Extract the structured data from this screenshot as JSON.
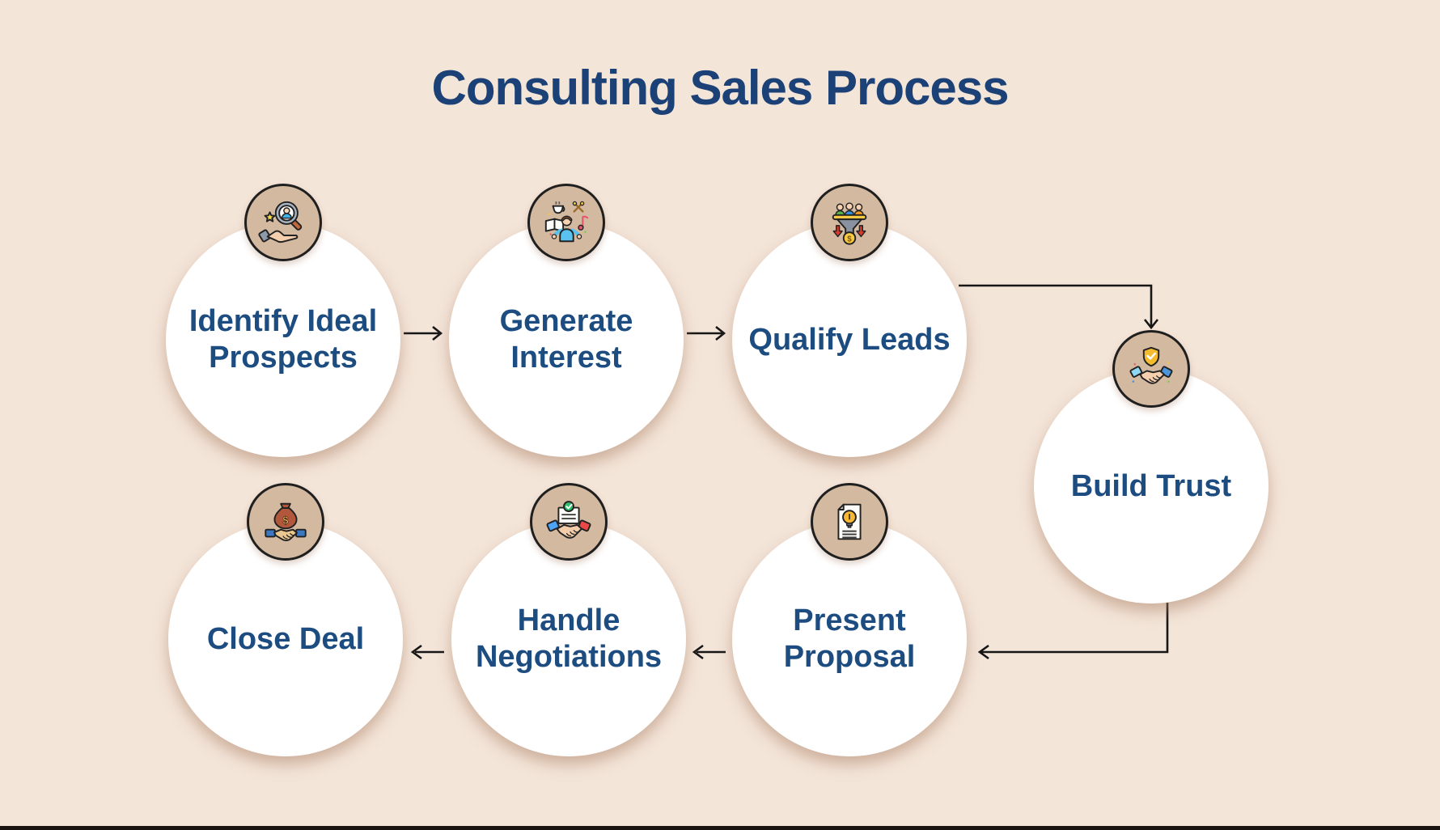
{
  "title": "Consulting Sales Process",
  "diagram_type": "circular process flowchart",
  "steps": [
    {
      "id": "identify-ideal-prospects",
      "line1": "Identify Ideal",
      "line2": "Prospects",
      "icon": "hand-magnifier-prospect-icon"
    },
    {
      "id": "generate-interest",
      "line1": "Generate",
      "line2": "Interest",
      "icon": "person-interests-icon"
    },
    {
      "id": "qualify-leads",
      "line1": "Qualify Leads",
      "line2": "",
      "icon": "sales-funnel-icon"
    },
    {
      "id": "build-trust",
      "line1": "Build Trust",
      "line2": "",
      "icon": "shield-handshake-icon"
    },
    {
      "id": "present-proposal",
      "line1": "Present",
      "line2": "Proposal",
      "icon": "lightbulb-document-icon"
    },
    {
      "id": "handle-negotiations",
      "line1": "Handle",
      "line2": "Negotiations",
      "icon": "agreement-handshake-icon"
    },
    {
      "id": "close-deal",
      "line1": "Close Deal",
      "line2": "",
      "icon": "money-bag-handshake-icon"
    }
  ],
  "flow_order": [
    "Identify Ideal Prospects",
    "Generate Interest",
    "Qualify Leads",
    "Build Trust",
    "Present Proposal",
    "Handle Negotiations",
    "Close Deal"
  ],
  "colors": {
    "background": "#f4e5d9",
    "title_text": "#1b4177",
    "label_text": "#1d4d80",
    "circle_fill": "#ffffff",
    "circle_shadow": "rgba(168,124,96,0.5)",
    "badge_fill": "#d4b9a1",
    "badge_border": "#1f1f1f",
    "connector": "#161616",
    "bottom_bar": "#1a1410"
  }
}
